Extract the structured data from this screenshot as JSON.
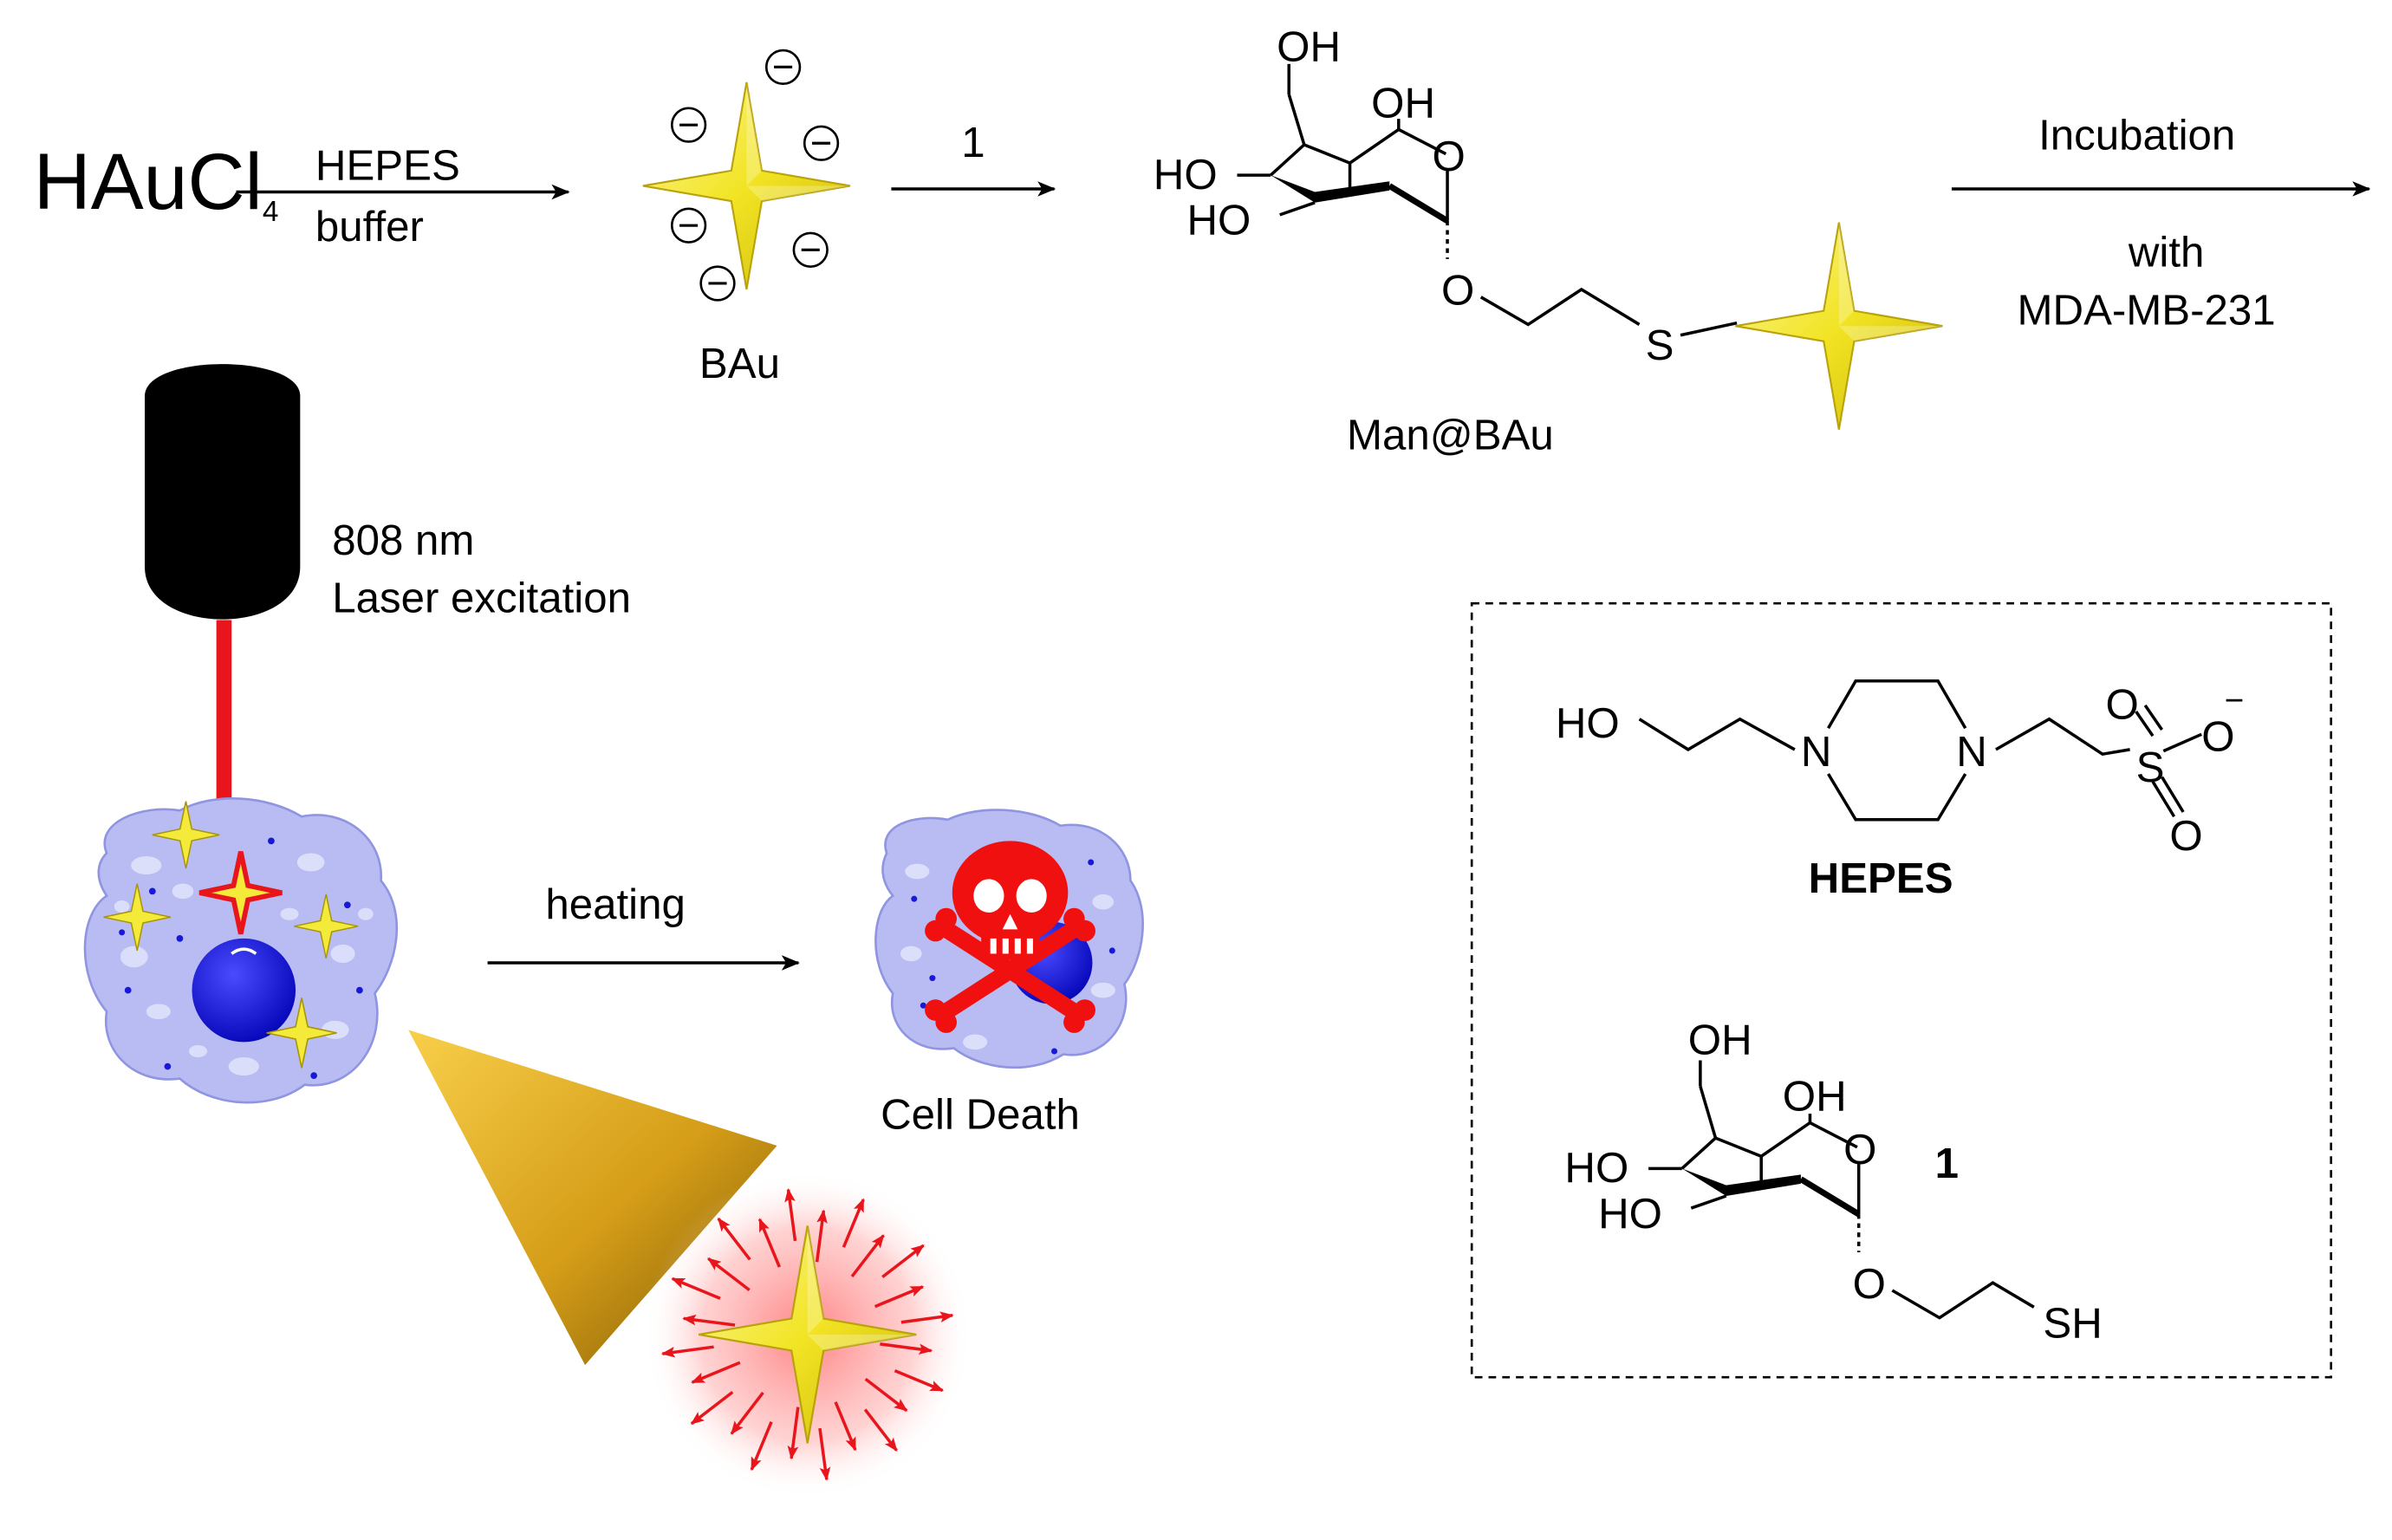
{
  "scheme": {
    "step1": {
      "reactant_main": "HAuCl",
      "reactant_sub": "4",
      "reagent_line1": "HEPES",
      "reagent_line2": "buffer",
      "product_label": "BAu",
      "charge_symbol": "⊖"
    },
    "step2": {
      "reagent": "1",
      "product_label": "Man@BAu"
    },
    "step3": {
      "condition_above": "Incubation",
      "condition_below_1": "with",
      "condition_below_2": "MDA-MB-231"
    },
    "laser": {
      "line1": "808 nm",
      "line2": "Laser excitation"
    },
    "heating": {
      "label": "heating",
      "result_label": "Cell Death"
    },
    "structures": {
      "hepes_name": "HEPES",
      "compound_number": "1",
      "atoms": {
        "oh": "OH",
        "ho": "HO",
        "o": "O",
        "s": "S",
        "n": "N",
        "sh": "SH",
        "minus": "−"
      }
    }
  },
  "colors": {
    "gold_star": "#f2e423",
    "beam": "#e8161c",
    "cell_fill": "#b8bcf2",
    "nucleus": "#1010dc",
    "skull": "#f01010",
    "cone_light": "#f5c43a",
    "cone_dark": "#8a6508"
  }
}
